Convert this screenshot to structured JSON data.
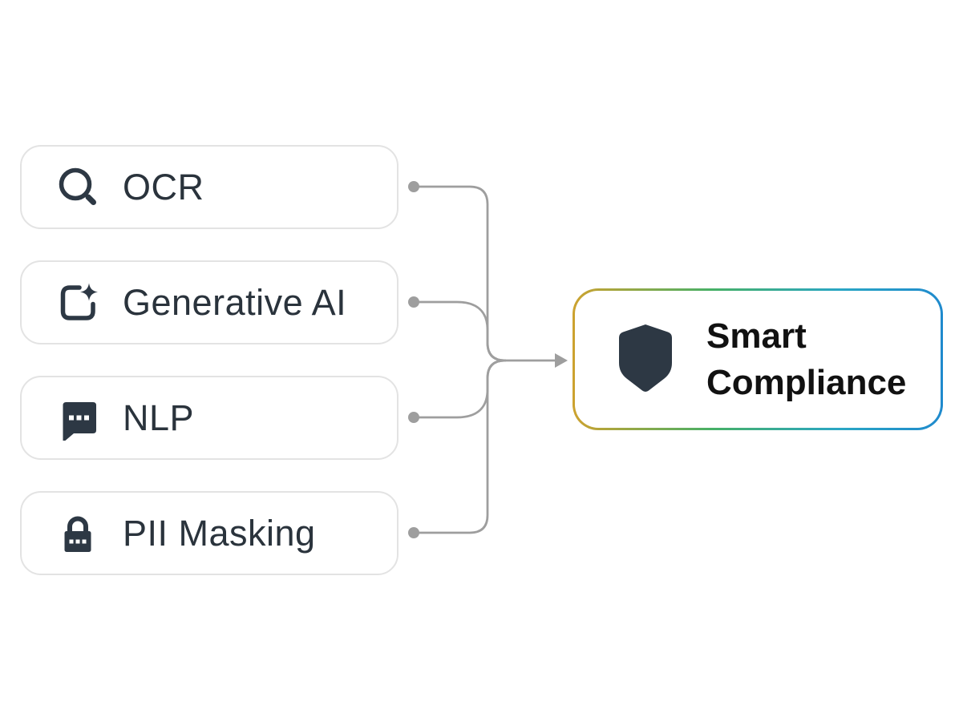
{
  "diagram": {
    "sources": [
      {
        "label": "OCR",
        "icon": "search-icon"
      },
      {
        "label": "Generative AI",
        "icon": "generative-spark-icon"
      },
      {
        "label": "NLP",
        "icon": "chat-bubble-icon"
      },
      {
        "label": "PII Masking",
        "icon": "padlock-icon"
      }
    ],
    "target": {
      "label": "Smart Compliance",
      "icon": "shield-icon"
    }
  },
  "palette": {
    "background": "#ffffff",
    "box_fill": "#ffffff",
    "box_border": "#e3e3e3",
    "connector": "#9e9e9e",
    "label_color": "#2a333c",
    "icon_color": "#2d3844",
    "title_color": "#111111",
    "gradient_gold": "#cda22f",
    "gradient_green": "#46b067",
    "gradient_cyan": "#2aa6c4",
    "gradient_blue": "#1f8acd"
  }
}
